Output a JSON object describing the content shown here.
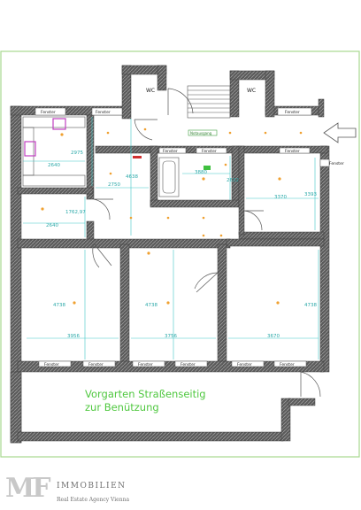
{
  "colors": {
    "frame": "#a8d890",
    "wall": "#4a4a4a",
    "wall_fill": "#6e6e6e",
    "dimension": "#40c8c8",
    "garden_text": "#50c840",
    "lamp": "#f0a030",
    "furniture": "#c040c0",
    "arrow": "#555555"
  },
  "labels": {
    "wc_left": "WC",
    "wc_right": "WC",
    "window": "Fenster",
    "exit_sign": "Notausgang"
  },
  "dimensions": {
    "d2975": "2975",
    "d2640a": "2640",
    "d4638": "4638",
    "d2750": "2750",
    "d3880": "3880",
    "d2632": "2632",
    "d3370": "3370",
    "d3393": "3393",
    "d1762": "1762,97",
    "d2640b": "2640",
    "d4738a": "4738",
    "d4738b": "4738",
    "d4738c": "4738",
    "d3956": "3956",
    "d3756": "3756",
    "d3670": "3670"
  },
  "garden": {
    "line1": "Vorgarten Straßenseitig",
    "line2": "zur Benützung"
  },
  "logo": {
    "mark": "MF",
    "name": "IMMOBILIEN",
    "tagline": "Real Estate Agency Vienna"
  }
}
